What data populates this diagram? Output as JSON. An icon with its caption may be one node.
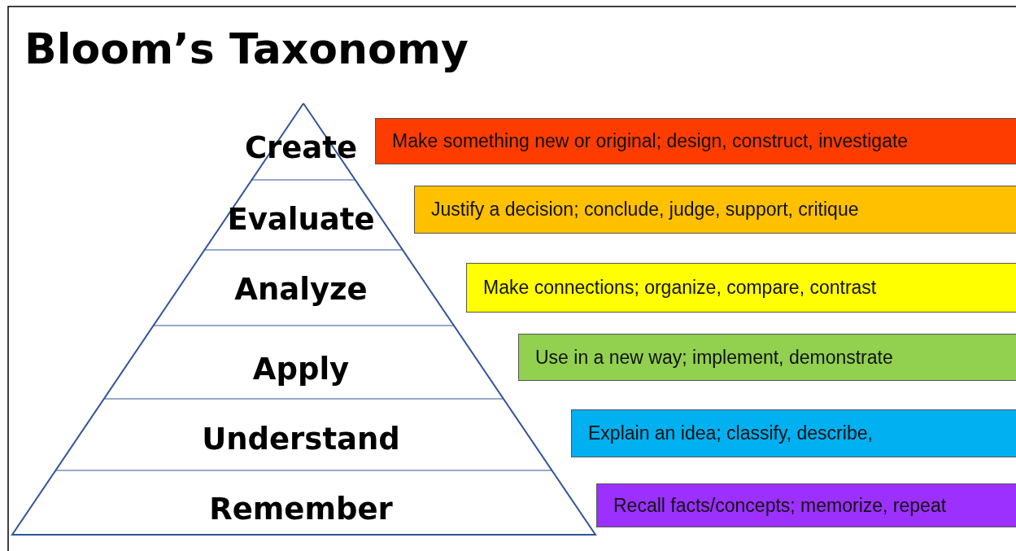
{
  "diagram": {
    "title": "Bloom’s Taxonomy",
    "nodes": [
      {
        "text": [
          "Create"
        ]
      },
      {
        "text": [
          "Evaluate"
        ]
      },
      {
        "text": [
          "Analyze"
        ]
      },
      {
        "text": [
          "Apply"
        ]
      },
      {
        "text": [
          "Understand"
        ]
      },
      {
        "text": [
          "Remember"
        ]
      },
      {
        "text": [
          "Make something new or original; design, construct, investigate"
        ]
      },
      {
        "text": [
          "Justify a decision; conclude, judge, support, critique"
        ]
      },
      {
        "text": [
          "Make connections; organize, compare, contrast"
        ]
      },
      {
        "text": [
          "Use in a new way; implement, demonstrate"
        ]
      },
      {
        "text": [
          "Explain an idea; classify, describe,"
        ]
      },
      {
        "text": [
          "Recall facts/concepts; memorize, repeat"
        ]
      }
    ]
  }
}
